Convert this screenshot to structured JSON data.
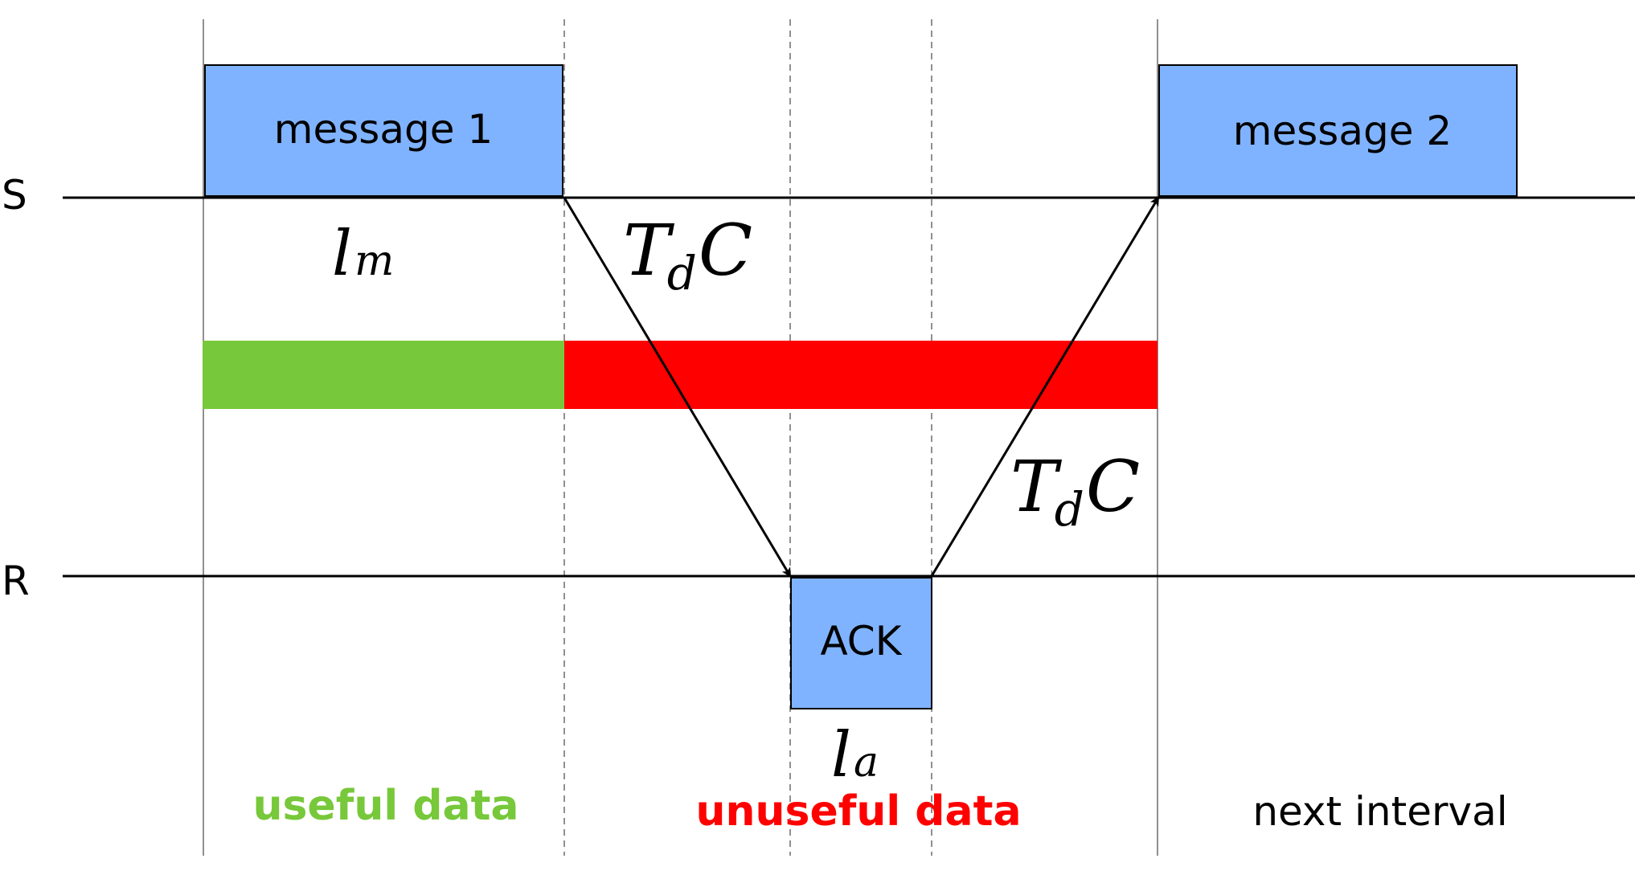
{
  "lanes": {
    "sender_label": "S",
    "receiver_label": "R"
  },
  "boxes": {
    "message1": "message 1",
    "message2": "message 2",
    "ack": "ACK"
  },
  "symbols": {
    "lm_base": "l",
    "lm_sub": "m",
    "la_base": "l",
    "la_sub": "a",
    "delay_top_T": "T",
    "delay_top_sub": "d",
    "delay_top_C": "C",
    "delay_bottom_T": "T",
    "delay_bottom_sub": "d",
    "delay_bottom_C": "C"
  },
  "footer": {
    "useful": "useful data",
    "unuseful": "unuseful data",
    "next": "next interval"
  },
  "colors": {
    "box_fill": "#80b3ff",
    "useful": "#77c83a",
    "unuseful": "#ff0000",
    "line": "#000000"
  }
}
